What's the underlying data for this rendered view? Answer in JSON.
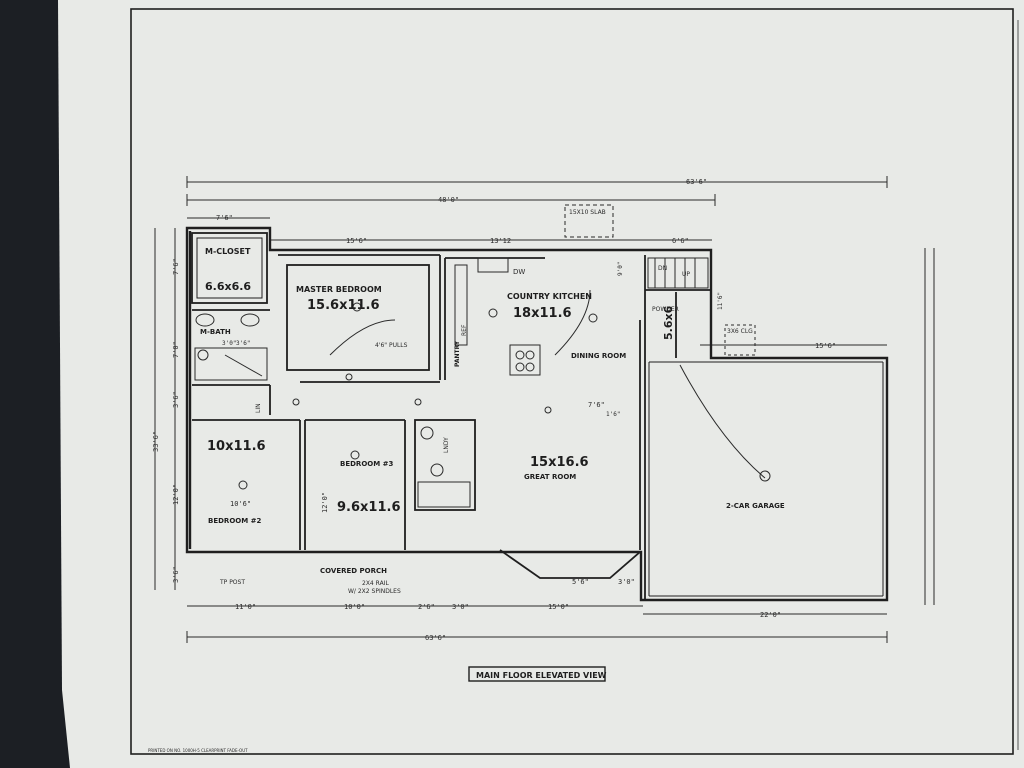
{
  "colors": {
    "paper": "#e9ebe8",
    "ink": "#1f1f1f",
    "background": "#1c1f24"
  },
  "rooms": {
    "master_closet": "M-CLOSET",
    "master_closet_size": "6.6x6.6",
    "master_bedroom": "MASTER BEDROOM",
    "master_bedroom_size": "15.6x11.6",
    "master_bath": "M-BATH",
    "country_kitchen": "COUNTRY KITCHEN",
    "country_kitchen_size": "18x11.6",
    "dining_room": "DINING ROOM",
    "pantry": "PANTRY",
    "bedroom2": "BEDROOM #2",
    "bedroom2_size": "10x11.6",
    "bedroom3": "BEDROOM #3",
    "bedroom3_size": "9.6x11.6",
    "great_room": "GREAT ROOM",
    "great_room_size": "15x16.6",
    "garage": "2-CAR GARAGE",
    "garage_side": "5.6x6",
    "covered_porch": "COVERED PORCH",
    "laundry": "LNDY",
    "powder": "POWDER",
    "linen": "LIN",
    "dw": "DW",
    "up": "UP",
    "dn": "DN",
    "ref": "REF",
    "tp_post": "TP POST",
    "rail_note_1": "2X4 RAIL",
    "rail_note_2": "W/ 2X2 SPINDLES",
    "slab": "15X10 SLAB",
    "slab2": "3X6 CLG",
    "ref_note": "4'6\" PULLS"
  },
  "dimensions": {
    "overall_top": "63'6\"",
    "upper_48": "48'0\"",
    "closet_w": "7'6\"",
    "master_w": "15'6\"",
    "kitchen_w": "13'12",
    "stair_w": "6'6\"",
    "left_7_6": "7'6\"",
    "left_7_0": "7'0\"",
    "left_3_6": "3'6\"",
    "left_33": "33'6\"",
    "left_12": "12'0\"",
    "left_3_6b": "3'6\"",
    "b2_w": "10'6\"",
    "b3_h": "12'0\"",
    "gr_7_6": "7'6\"",
    "garage_15_6": "15'6\"",
    "bay_5_6": "5'6\"",
    "bay_3_0": "3'0\"",
    "bottom_11": "11'0\"",
    "bottom_10": "10'0\"",
    "bottom_2_6": "2'6\"",
    "bottom_3": "3'0\"",
    "bottom_15": "15'0\"",
    "bottom_22": "22'0\"",
    "overall_bottom": "63'6\"",
    "m_bath_3": "3'0\"",
    "m_bath_3b": "3'6\"",
    "v_1_6": "1'6\"",
    "v_9_0": "9'0\"",
    "v_11_6": "11'6\""
  },
  "title_block": "MAIN FLOOR ELEVATED VIEW",
  "footer_note": "PRINTED ON NO. 1000H-5 CLEARPRINT FADE-OUT"
}
